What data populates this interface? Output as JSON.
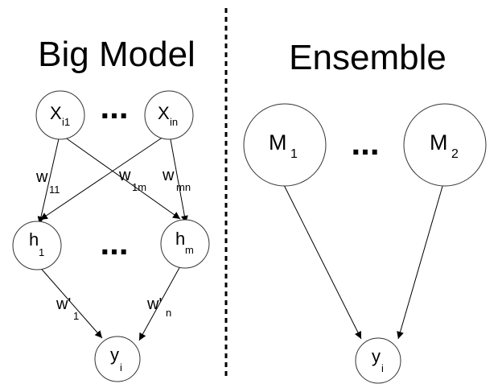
{
  "left": {
    "title": "Big Model",
    "nodes": {
      "x1": {
        "main": "X",
        "sub": "i1"
      },
      "xn": {
        "main": "X",
        "sub": "in"
      },
      "h1": {
        "main": "h",
        "sub": "1"
      },
      "hm": {
        "main": "h",
        "sub": "m"
      },
      "y": {
        "main": "y",
        "sub": "i"
      }
    },
    "dots_label": "...",
    "weights": {
      "w11": {
        "main": "w",
        "sub": "11"
      },
      "w1m": {
        "main": "w",
        "sub": "1m"
      },
      "wmn": {
        "main": "w",
        "sub": "mn"
      },
      "wp1": {
        "main": "w'",
        "sub": "1"
      },
      "wpn": {
        "main": "w'",
        "sub": "n"
      }
    }
  },
  "right": {
    "title": "Ensemble",
    "nodes": {
      "m1": {
        "main": "M",
        "sub": "1"
      },
      "m2": {
        "main": "M",
        "sub": "2"
      },
      "y": {
        "main": "y",
        "sub": "i"
      }
    },
    "dots_label": "..."
  }
}
